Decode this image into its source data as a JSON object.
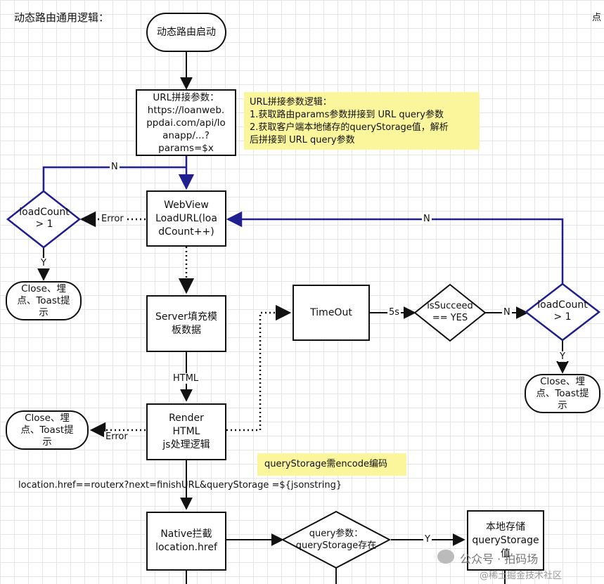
{
  "title": "动态路由通用逻辑：",
  "corner_text": "点",
  "nodes": {
    "start": "动态路由启动",
    "url_concat": "URL拼接参数：\nhttps://loanweb.\nppdai.com/api/lo\nanapp/...?\nparams=$x",
    "webview_load": "WebView\nLoadURL(loa\ndCount++)",
    "loadcount_left": "loadCount\n> 1",
    "close_left": "Close、埋\n点、Toast提\n示",
    "server_fill": "Server填充模\n板数据",
    "render": "Render\nHTML\njs处理逻辑",
    "close_lower_left": "Close、埋\n点、Toast提\n示",
    "timeout": "TimeOut",
    "is_succeed": "isSucceed\n== YES",
    "loadcount_right": "loadCount\n> 1",
    "close_right": "Close、埋\n点、Toast提\n示",
    "native_intercept": "Native拦截\nlocation.href",
    "query_param": "query参数：\nqueryStorage存在",
    "local_store": "本地存储\nqueryStorage值"
  },
  "notes": {
    "url_logic": "URL拼接参数逻辑：\n1.获取路由params参数拼接到 URL query参数\n2.获取客户端本地储存的queryStorage值，解析\n后拼接到 URL query参数",
    "encode": "queryStorage需encode编码"
  },
  "edge_labels": {
    "n_top": "N",
    "error_left": "Error",
    "y_left": "Y",
    "n_right": "N",
    "html": "HTML",
    "five_s": "5s",
    "n_mid": "N",
    "y_right": "Y",
    "error_lower": "Error",
    "y_bottom": "Y"
  },
  "location_href": "location.href==routerx?next=finishURL&queryStorage =${jsonstring}",
  "watermark": {
    "main": "公众号 · 拍码场",
    "sub": "@稀土掘金技术社区"
  },
  "colors": {
    "blue_edge": "#1f1f8f",
    "black_edge": "#111111",
    "note_fill": "#fbf59b"
  }
}
